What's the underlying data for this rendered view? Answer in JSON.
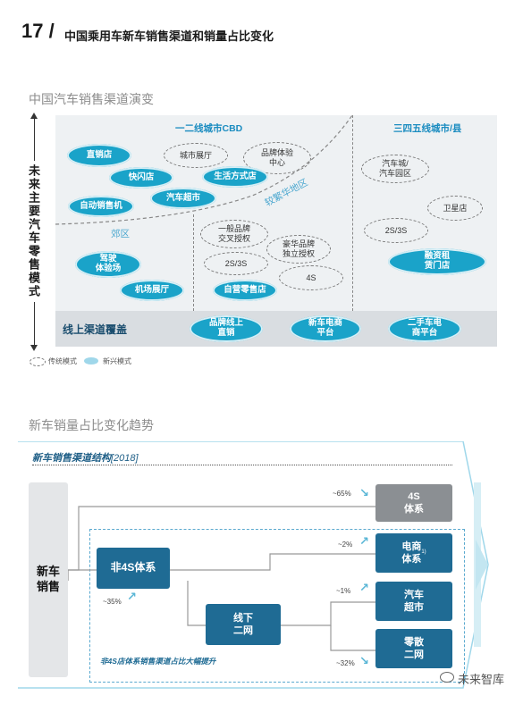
{
  "header": {
    "number": "17 /",
    "title": "中国乘用车新车销售渠道和销量占比变化"
  },
  "section1": {
    "title": "中国汽车销售渠道演变",
    "axis_label": "未来主要汽车零售模式",
    "regions": {
      "tier12": "一二线城市CBD",
      "tier345": "三四五线城市/县",
      "suburb": "郊区",
      "developed": "较繁华地区"
    },
    "online_label": "线上渠道覆盖",
    "new_pills": {
      "direct_store": "直销店",
      "flash_store": "快闪店",
      "lifestyle_store": "生活方式店",
      "auto_supermarket": "汽车超市",
      "vending_machine": "自动销售机",
      "driving_center": "驾驶\n体验场",
      "airport_hall": "机场展厅",
      "self_retail": "自营零售店",
      "finance_lease": "融资租\n赁门店",
      "brand_online": "品牌线上\n直销",
      "ecommerce": "新车电商\n平台",
      "used_car": "二手车电\n商平台"
    },
    "traditional": {
      "city_showroom": "城市展厅",
      "brand_center": "品牌体验\n中心",
      "general_brand": "一般品牌\n交叉授权",
      "s2s3_a": "2S/3S",
      "luxury_brand": "豪华品牌\n独立授权",
      "s4": "4S",
      "auto_city": "汽车城/\n汽车园区",
      "satellite": "卫星店",
      "s2s3_b": "2S/3S"
    },
    "legend": {
      "traditional": "传统模式",
      "new": "新兴模式"
    }
  },
  "section2": {
    "title": "新车销量占比变化趋势",
    "structure_title": "新车销售渠道结构",
    "structure_year": "[2018]",
    "new_car_sales": "新车\n销售",
    "non4s": "非4S体系",
    "offline_2nd": "线下\n二网",
    "s4_system": "4S\n体系",
    "ecommerce_system": "电商\n体系",
    "ecommerce_note": "1)",
    "supermarket": "汽车\n超市",
    "retail_2nd": "零散\n二网",
    "pct_4s": "~65%",
    "pct_non4s": "~35%",
    "pct_ecom": "~2%",
    "pct_super": "~1%",
    "pct_retail": "~32%",
    "footnote": "非4S店体系销售渠道占比大幅提升"
  },
  "watermark": "未来智库",
  "colors": {
    "new_mode": "#1aa3c9",
    "dark_box": "#1f6b94",
    "gray_box": "#8b8f93"
  }
}
